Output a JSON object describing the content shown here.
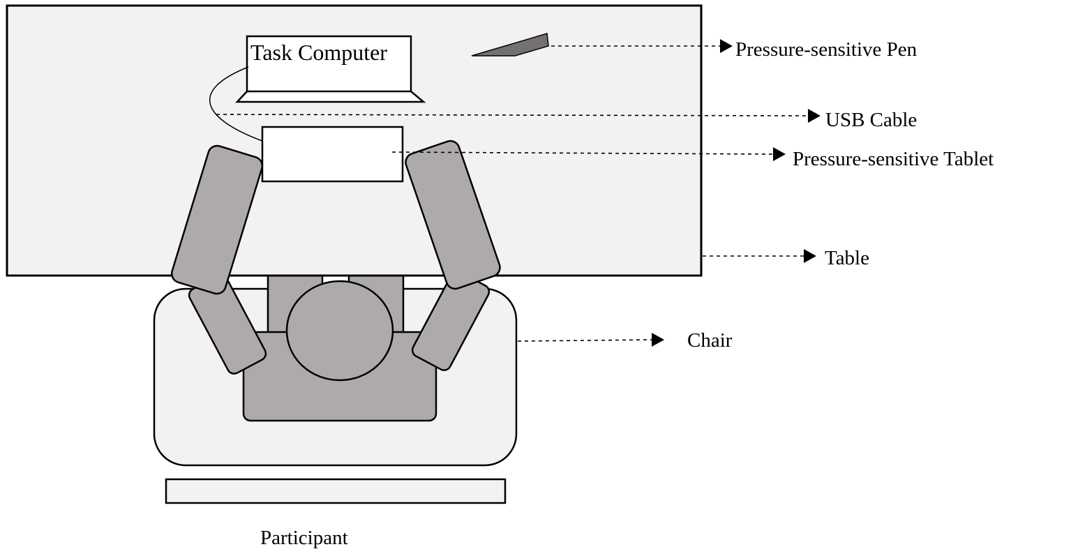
{
  "labels": {
    "task_computer": "Task Computer",
    "pen": "Pressure-sensitive Pen",
    "usb_cable": "USB Cable",
    "tablet": "Pressure-sensitive Tablet",
    "table": "Table",
    "chair": "Chair",
    "participant": "Participant"
  },
  "colors": {
    "table_fill": "#f2f2f2",
    "chair_fill": "#f2f2f2",
    "body_fill": "#aeaaaa",
    "pen_fill": "#767171",
    "outline": "#000000"
  }
}
